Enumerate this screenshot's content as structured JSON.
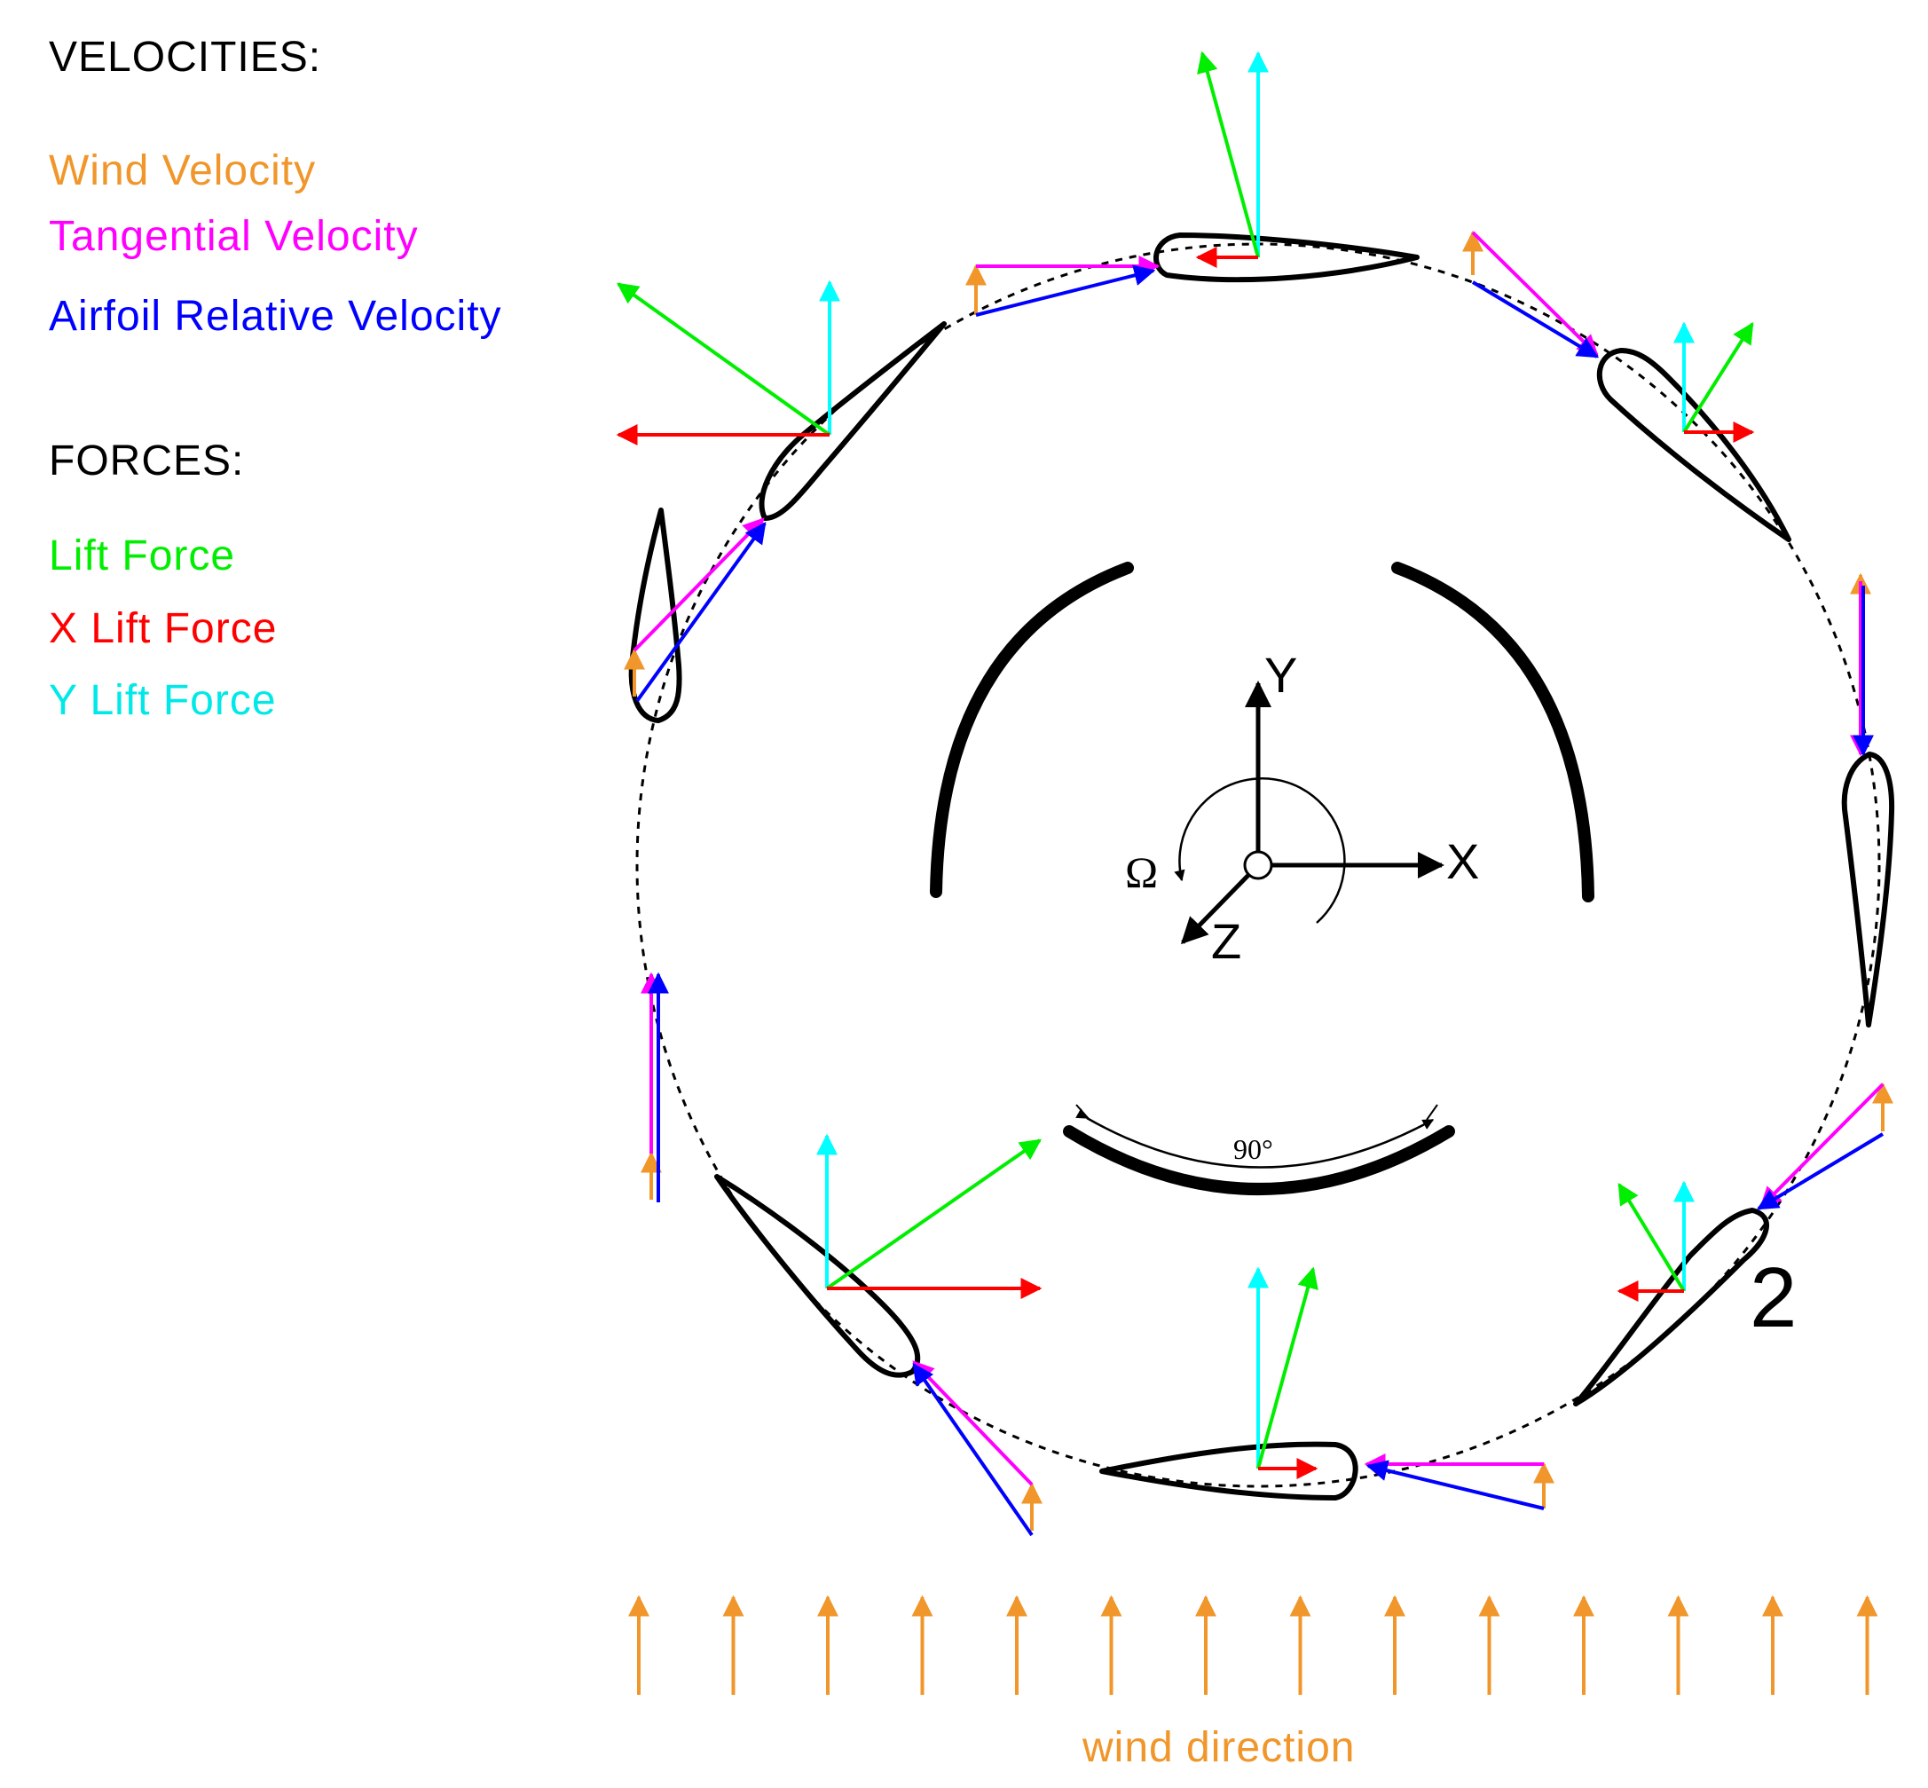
{
  "legend": {
    "velocities_heading": "VELOCITIES:",
    "wind_velocity": "Wind Velocity",
    "tangential_velocity": "Tangential Velocity",
    "relative_velocity": "Airfoil Relative Velocity",
    "forces_heading": "FORCES:",
    "lift_force": "Lift Force",
    "x_lift_force": "X Lift Force",
    "y_lift_force": "Y Lift Force"
  },
  "axes": {
    "x": "X",
    "y": "Y",
    "z": "Z",
    "omega": "Ω"
  },
  "angle_label": "90°",
  "blade_number": "2",
  "wind_label": "wind direction",
  "colors": {
    "wind": "#f0962a",
    "tangential": "#ff00ff",
    "relative": "#0000ff",
    "lift": "#00ee00",
    "x_lift": "#ff0000",
    "y_lift": "#00ffff",
    "outline": "#000000"
  },
  "icons": [
    "airfoil-blade",
    "rotation-arrow",
    "axis-arrow",
    "wind-arrow"
  ]
}
